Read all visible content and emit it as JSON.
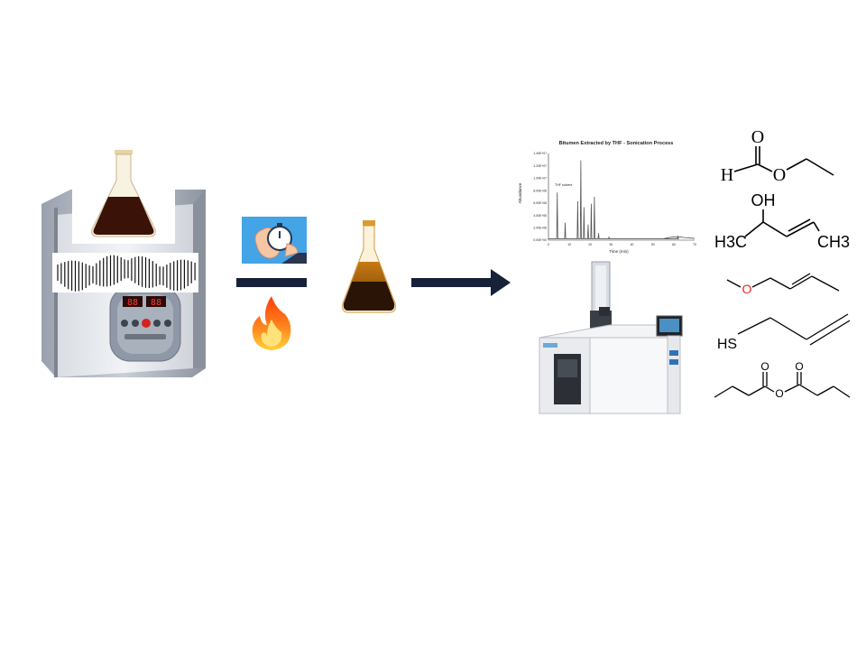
{
  "chromatogram": {
    "title": "Bitumen Extracted by THF - Sonication Process",
    "xlabel": "Time (min)",
    "ylabel": "Abundance",
    "annotation": "THF solvent",
    "y_ticks": [
      "0.00E+00",
      "2.00E+06",
      "4.00E+06",
      "6.00E+06",
      "8.00E+06",
      "1.00E+07",
      "1.20E+07",
      "1.40E+07"
    ],
    "x_ticks": [
      "0",
      "10",
      "20",
      "30",
      "40",
      "50",
      "60",
      "70"
    ]
  },
  "sonicator": {
    "display_left": "88",
    "display_right": "88"
  },
  "molecules": {
    "ethyl_formate": {
      "carbonyl_o": "O",
      "h": "H",
      "ester_o": "O"
    },
    "pentenol": {
      "oh": "OH",
      "ch3_left": "H3C",
      "ch3_right": "CH3"
    },
    "ether": {
      "o": "O"
    },
    "thiol": {
      "hs": "HS"
    },
    "anhydride": {
      "o_top1": "O",
      "o_top2": "O",
      "o_bridge": "O"
    }
  },
  "colors": {
    "arrow": "#17213a",
    "oxygen_red": "#e8261b",
    "timer_panel": "#43a4e6",
    "bitumen": "#3a1208"
  }
}
